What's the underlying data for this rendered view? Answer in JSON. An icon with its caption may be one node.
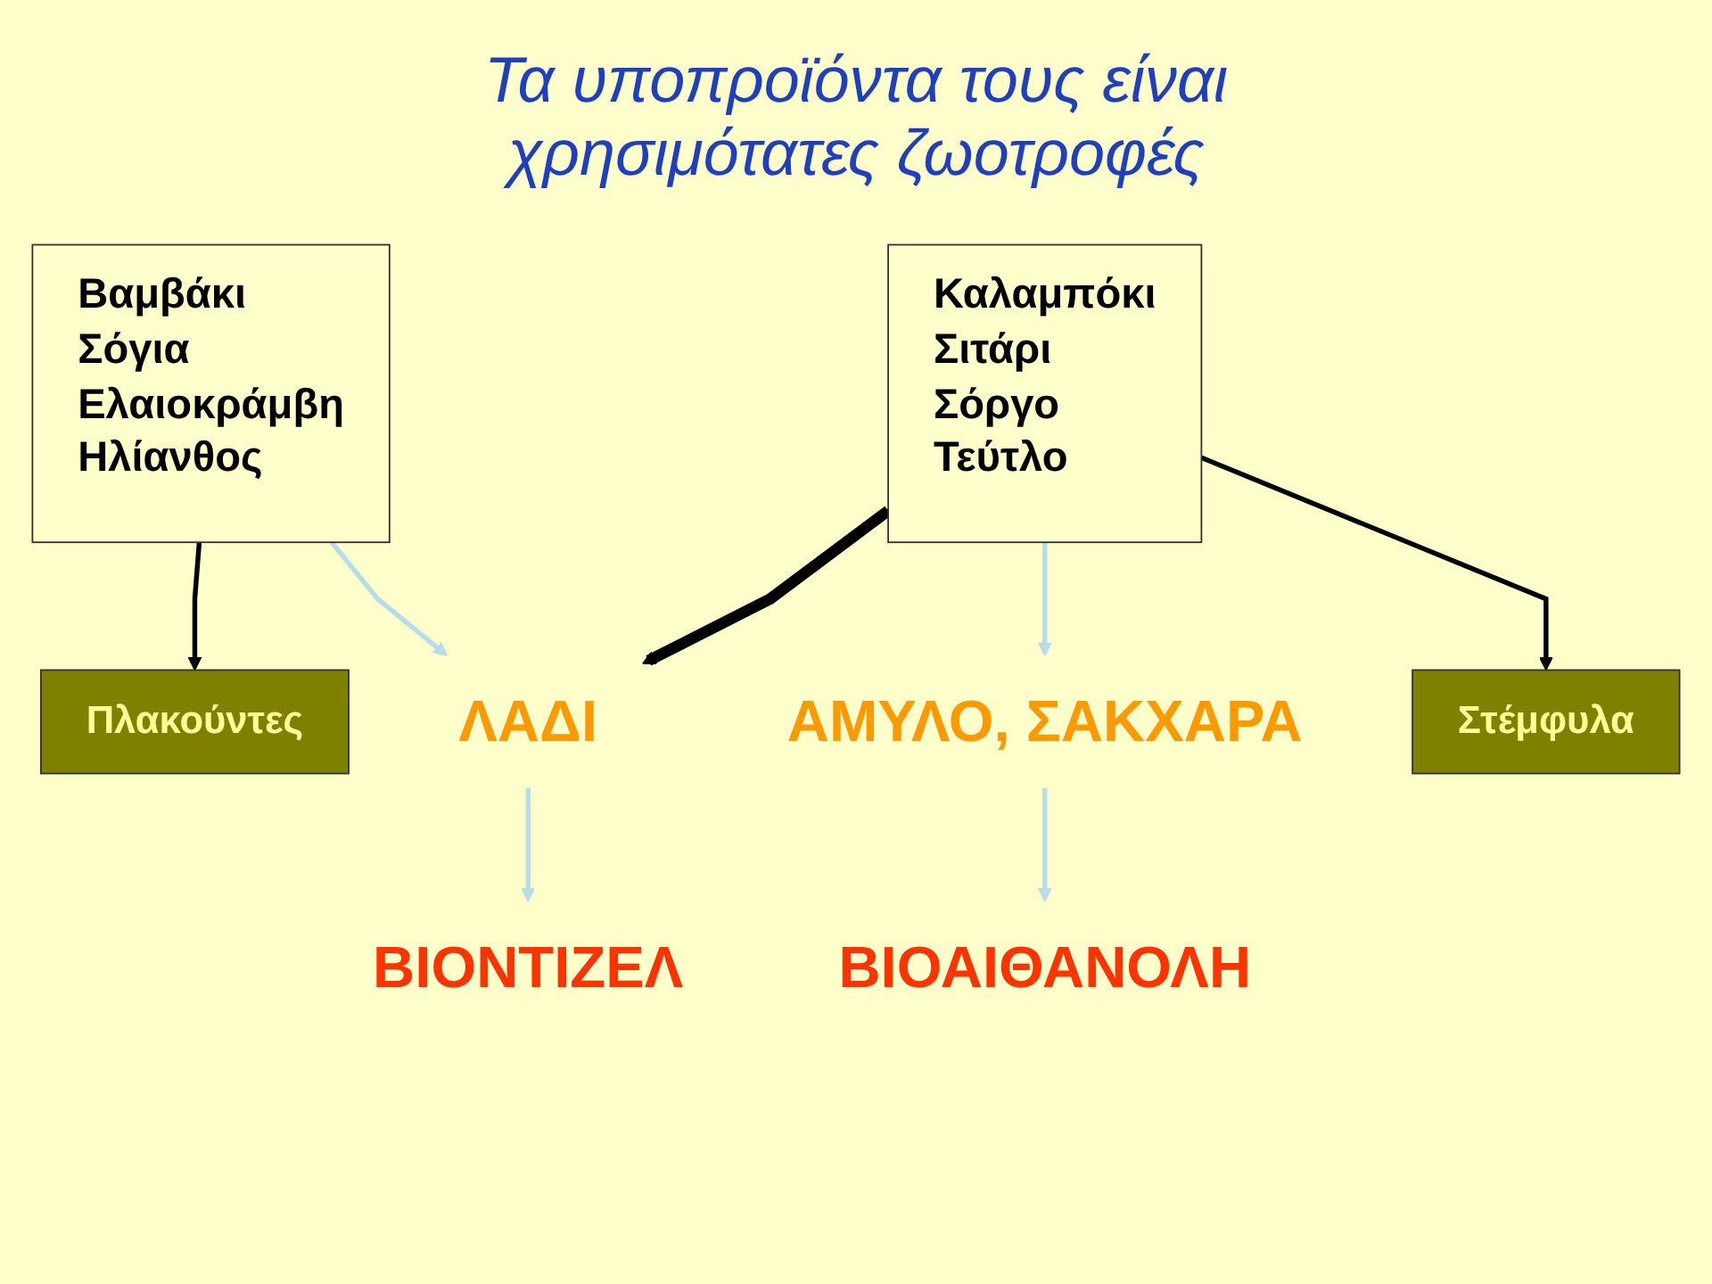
{
  "diagram": {
    "title": "Τα υποπροϊόντα τους είναι χρησιμότατες ζωοτροφές",
    "nodes": [
      {
        "text": [
          "Βαμβάκι",
          "Σόγια",
          "Ελαιοκράμβη",
          "Ηλίανθος"
        ]
      },
      {
        "text": [
          "Καλαμπόκι",
          "Σιτάρι",
          "Σόργο",
          "Τεύτλο"
        ]
      },
      {
        "text": [
          "Πλακούντες"
        ]
      },
      {
        "text": [
          "Στέμφυλα"
        ]
      },
      {
        "text": [
          "ΛΑΔΙ"
        ]
      },
      {
        "text": [
          "ΑΜΥΛΟ, ΣΑΚΧΑΡΑ"
        ]
      },
      {
        "text": [
          "ΒΙΟΝΤΙΖΕΛ"
        ]
      },
      {
        "text": [
          "ΒΙΟΑΙΘΑΝΟΛΗ"
        ]
      }
    ],
    "edges": [
      {
        "from": 0,
        "to": 4,
        "arrow": "to",
        "color": "#b7dde8"
      },
      {
        "from": 0,
        "to": 2,
        "arrow": "to",
        "color": "#000000"
      },
      {
        "from": 1,
        "to": 4,
        "arrow": "to",
        "style": "thick",
        "color": "#000000"
      },
      {
        "from": 1,
        "to": 5,
        "arrow": "to",
        "color": "#b7dde8"
      },
      {
        "from": 1,
        "to": 3,
        "arrow": "to",
        "color": "#000000"
      },
      {
        "from": 4,
        "to": 6,
        "arrow": "to",
        "color": "#b7dde8"
      },
      {
        "from": 5,
        "to": 7,
        "arrow": "to",
        "color": "#b7dde8"
      }
    ]
  }
}
